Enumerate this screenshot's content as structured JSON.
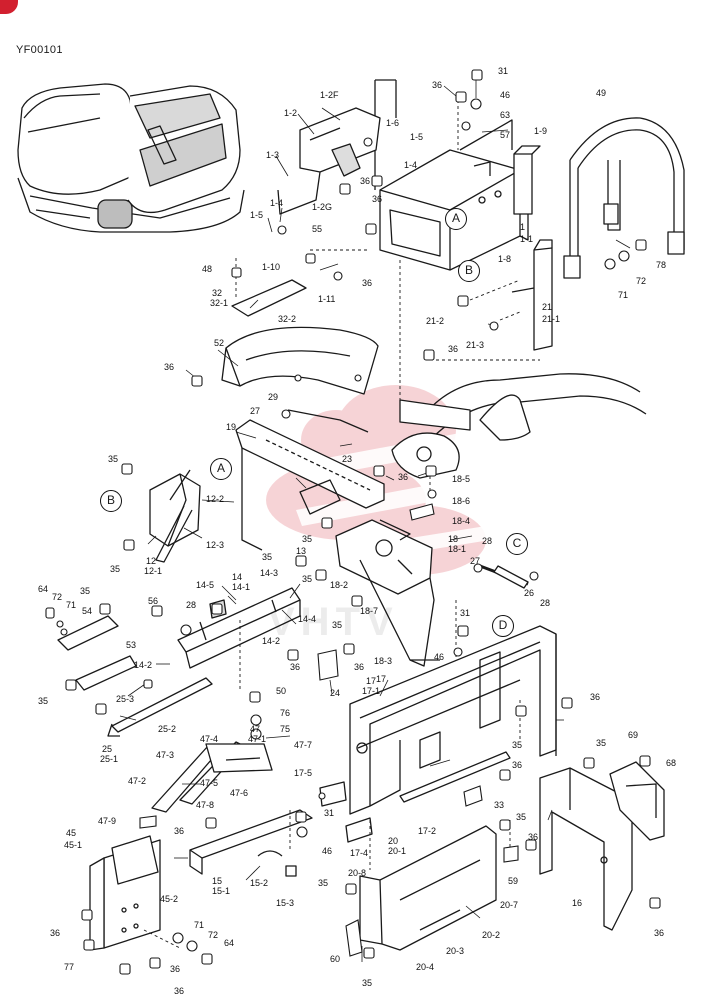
{
  "header": {
    "code": "YF00101"
  },
  "brand": {
    "accent": "#d2202f",
    "watermark_color": "#f4c9cc",
    "watermark_text": "VHTV"
  },
  "refs": [
    {
      "id": "ref-a-upper",
      "text": "A"
    },
    {
      "id": "ref-b-upper",
      "text": "B"
    },
    {
      "id": "ref-a-lower",
      "text": "A"
    },
    {
      "id": "ref-b-lower",
      "text": "B"
    },
    {
      "id": "ref-c",
      "text": "C"
    },
    {
      "id": "ref-d",
      "text": "D"
    }
  ],
  "labels": [
    {
      "t": "31"
    },
    {
      "t": "36"
    },
    {
      "t": "46"
    },
    {
      "t": "63"
    },
    {
      "t": "57"
    },
    {
      "t": "1-9"
    },
    {
      "t": "49"
    },
    {
      "t": "1-2F"
    },
    {
      "t": "1-2"
    },
    {
      "t": "1-6"
    },
    {
      "t": "1-5"
    },
    {
      "t": "1-3"
    },
    {
      "t": "1-4"
    },
    {
      "t": "36"
    },
    {
      "t": "36"
    },
    {
      "t": "1-2G"
    },
    {
      "t": "1-4"
    },
    {
      "t": "1-5"
    },
    {
      "t": "55"
    },
    {
      "t": "1"
    },
    {
      "t": "1-1"
    },
    {
      "t": "1-8"
    },
    {
      "t": "1-10"
    },
    {
      "t": "48"
    },
    {
      "t": "1-11"
    },
    {
      "t": "36"
    },
    {
      "t": "78"
    },
    {
      "t": "72"
    },
    {
      "t": "71"
    },
    {
      "t": "32"
    },
    {
      "t": "32-1"
    },
    {
      "t": "32-2"
    },
    {
      "t": "21"
    },
    {
      "t": "21-1"
    },
    {
      "t": "21-2"
    },
    {
      "t": "21-3"
    },
    {
      "t": "52"
    },
    {
      "t": "36"
    },
    {
      "t": "36"
    },
    {
      "t": "29"
    },
    {
      "t": "27"
    },
    {
      "t": "19"
    },
    {
      "t": "23"
    },
    {
      "t": "36"
    },
    {
      "t": "18-5"
    },
    {
      "t": "18-6"
    },
    {
      "t": "18-4"
    },
    {
      "t": "35"
    },
    {
      "t": "12-2"
    },
    {
      "t": "12-3"
    },
    {
      "t": "35"
    },
    {
      "t": "12"
    },
    {
      "t": "12-1"
    },
    {
      "t": "35"
    },
    {
      "t": "13"
    },
    {
      "t": "35"
    },
    {
      "t": "35"
    },
    {
      "t": "18"
    },
    {
      "t": "18-1"
    },
    {
      "t": "18-2"
    },
    {
      "t": "18-7"
    },
    {
      "t": "18-3"
    },
    {
      "t": "28"
    },
    {
      "t": "27"
    },
    {
      "t": "17"
    },
    {
      "t": "26"
    },
    {
      "t": "28"
    },
    {
      "t": "31"
    },
    {
      "t": "46"
    },
    {
      "t": "64"
    },
    {
      "t": "72"
    },
    {
      "t": "71"
    },
    {
      "t": "35"
    },
    {
      "t": "54"
    },
    {
      "t": "56"
    },
    {
      "t": "28"
    },
    {
      "t": "14-5"
    },
    {
      "t": "14"
    },
    {
      "t": "14-1"
    },
    {
      "t": "14-3"
    },
    {
      "t": "14-4"
    },
    {
      "t": "35"
    },
    {
      "t": "14-2"
    },
    {
      "t": "36"
    },
    {
      "t": "36"
    },
    {
      "t": "53"
    },
    {
      "t": "14-2"
    },
    {
      "t": "35"
    },
    {
      "t": "25-3"
    },
    {
      "t": "24"
    },
    {
      "t": "17"
    },
    {
      "t": "17-1"
    },
    {
      "t": "36"
    },
    {
      "t": "25-2"
    },
    {
      "t": "50"
    },
    {
      "t": "76"
    },
    {
      "t": "75"
    },
    {
      "t": "47"
    },
    {
      "t": "47-1"
    },
    {
      "t": "25"
    },
    {
      "t": "25-1"
    },
    {
      "t": "47-3"
    },
    {
      "t": "47-4"
    },
    {
      "t": "47-7"
    },
    {
      "t": "47-5"
    },
    {
      "t": "47-2"
    },
    {
      "t": "47-6"
    },
    {
      "t": "47-8"
    },
    {
      "t": "35"
    },
    {
      "t": "36"
    },
    {
      "t": "17-5"
    },
    {
      "t": "33"
    },
    {
      "t": "35"
    },
    {
      "t": "69"
    },
    {
      "t": "68"
    },
    {
      "t": "47-9"
    },
    {
      "t": "31"
    },
    {
      "t": "36"
    },
    {
      "t": "46"
    },
    {
      "t": "35"
    },
    {
      "t": "17-2"
    },
    {
      "t": "36"
    },
    {
      "t": "45"
    },
    {
      "t": "45-1"
    },
    {
      "t": "20"
    },
    {
      "t": "20-1"
    },
    {
      "t": "17-4"
    },
    {
      "t": "59"
    },
    {
      "t": "15"
    },
    {
      "t": "15-1"
    },
    {
      "t": "15-2"
    },
    {
      "t": "15-3"
    },
    {
      "t": "20-8"
    },
    {
      "t": "35"
    },
    {
      "t": "20-7"
    },
    {
      "t": "16"
    },
    {
      "t": "45-2"
    },
    {
      "t": "71"
    },
    {
      "t": "36"
    },
    {
      "t": "72"
    },
    {
      "t": "64"
    },
    {
      "t": "36"
    },
    {
      "t": "77"
    },
    {
      "t": "20-2"
    },
    {
      "t": "20-3"
    },
    {
      "t": "60"
    },
    {
      "t": "20-4"
    },
    {
      "t": "36"
    },
    {
      "t": "35"
    },
    {
      "t": "36"
    }
  ]
}
